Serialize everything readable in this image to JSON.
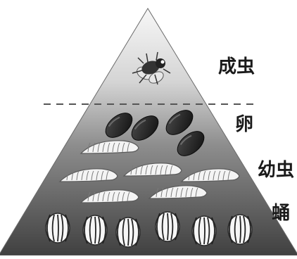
{
  "stages": {
    "adult": "成虫",
    "egg": "卵",
    "larva": "幼虫",
    "pupa": "蛹"
  },
  "icons": {
    "adult": "fly-icon",
    "egg": "egg-icon",
    "larva": "larva-icon",
    "pupa": "pupa-icon"
  },
  "colors": {
    "pyramid_top": "#f2f2f2",
    "pyramid_mid": "#9a9a9a",
    "pyramid_bottom": "#4a4a4a",
    "egg": "#1e1e1e",
    "larva": "#f4f4f4",
    "pupa": "#f6f6f6",
    "divider": "#555555"
  }
}
